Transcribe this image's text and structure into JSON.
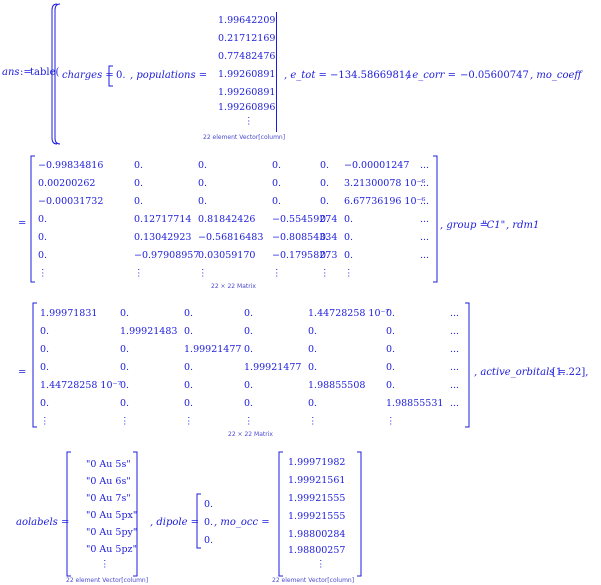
{
  "header": {
    "lhs": "ans",
    "assign": ":=",
    "fn": "table("
  },
  "row1": {
    "charges_label": "charges =",
    "charges_value": "0.",
    "populations_label": ", populations =",
    "populations": [
      "1.99642209",
      "0.21712169",
      "0.77482476",
      "1.99260891",
      "1.99260891",
      "1.99260896",
      "⋮"
    ],
    "populations_caption": "22 element Vector[column]",
    "e_tot_label": ", e_tot =",
    "e_tot_value": "−134.58669814",
    "e_corr_label": ", e_corr =",
    "e_corr_value": "−0.05600747",
    "mo_coeff_label": ", mo_coeff"
  },
  "mo_matrix": {
    "rows": [
      [
        "−0.99834816",
        "0.",
        "0.",
        "0.",
        "0.",
        "−0.00001247",
        "..."
      ],
      [
        "0.00200262",
        "0.",
        "0.",
        "0.",
        "0.",
        "3.21300078 10⁻⁶",
        "..."
      ],
      [
        "−0.00031732",
        "0.",
        "0.",
        "0.",
        "0.",
        "6.67736196 10⁻⁶",
        "..."
      ],
      [
        "0.",
        "0.12717714",
        "0.81842426",
        "−0.55459274",
        "0.",
        "0.",
        "..."
      ],
      [
        "0.",
        "0.13042923",
        "−0.56816483",
        "−0.80854334",
        "0.",
        "0.",
        "..."
      ],
      [
        "0.",
        "−0.97908957",
        "0.03059170",
        "−0.17958273",
        "0.",
        "0.",
        "..."
      ],
      [
        "⋮",
        "⋮",
        "⋮",
        "⋮",
        "⋮",
        "⋮",
        ""
      ]
    ],
    "caption": "22 × 22 Matrix",
    "eq": "=",
    "group_label": ", group =",
    "group_value": "\"C1\"",
    "rdm_label": ", rdm1"
  },
  "rdm_matrix": {
    "rows": [
      [
        "1.99971831",
        "0.",
        "0.",
        "0.",
        "1.44728258 10⁻⁷",
        "0.",
        "..."
      ],
      [
        "0.",
        "1.99921483",
        "0.",
        "0.",
        "0.",
        "0.",
        "..."
      ],
      [
        "0.",
        "0.",
        "1.99921477",
        "0.",
        "0.",
        "0.",
        "..."
      ],
      [
        "0.",
        "0.",
        "0.",
        "1.99921477",
        "0.",
        "0.",
        "..."
      ],
      [
        "1.44728258 10⁻⁷",
        "0.",
        "0.",
        "0.",
        "1.98855508",
        "0.",
        "..."
      ],
      [
        "0.",
        "0.",
        "0.",
        "0.",
        "0.",
        "1.98855531",
        "..."
      ],
      [
        "⋮",
        "⋮",
        "⋮",
        "⋮",
        "⋮",
        "⋮",
        ""
      ]
    ],
    "caption": "22 × 22 Matrix",
    "eq": "=",
    "active_label": ", active_orbitals =",
    "active_value": "[1..22],"
  },
  "row4": {
    "aolabels_label": "aolabels =",
    "aolabels": [
      "\"0 Au 5s\"",
      "\"0 Au 6s\"",
      "\"0 Au 7s\"",
      "\"0 Au 5px\"",
      "\"0 Au 5py\"",
      "\"0 Au 5pz\"",
      "⋮"
    ],
    "aolabels_caption": "22 element Vector[column]",
    "dipole_label": ", dipole =",
    "dipole": [
      "0.",
      "0.",
      "0."
    ],
    "mo_occ_label": ", mo_occ =",
    "mo_occ": [
      "1.99971982",
      "1.99921561",
      "1.99921555",
      "1.99921555",
      "1.98800284",
      "1.98800257",
      "⋮"
    ],
    "mo_occ_caption": "22 element Vector[column]"
  }
}
